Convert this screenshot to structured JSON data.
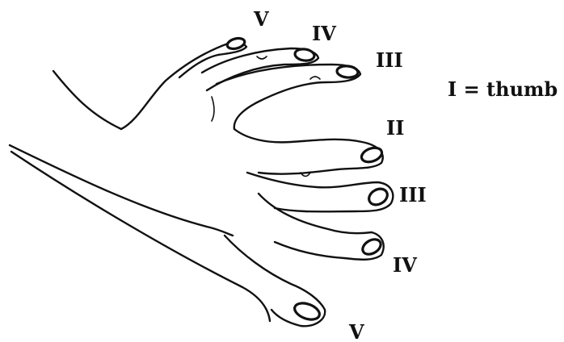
{
  "labels": {
    "top_v": "V",
    "top_iv": "IV",
    "top_iii": "III",
    "thumb_legend": "I = thumb",
    "bottom_ii": "II",
    "bottom_iii": "III",
    "bottom_iv": "IV",
    "bottom_v": "V"
  },
  "colors": {
    "ink": "#111111",
    "background": "#ffffff"
  }
}
